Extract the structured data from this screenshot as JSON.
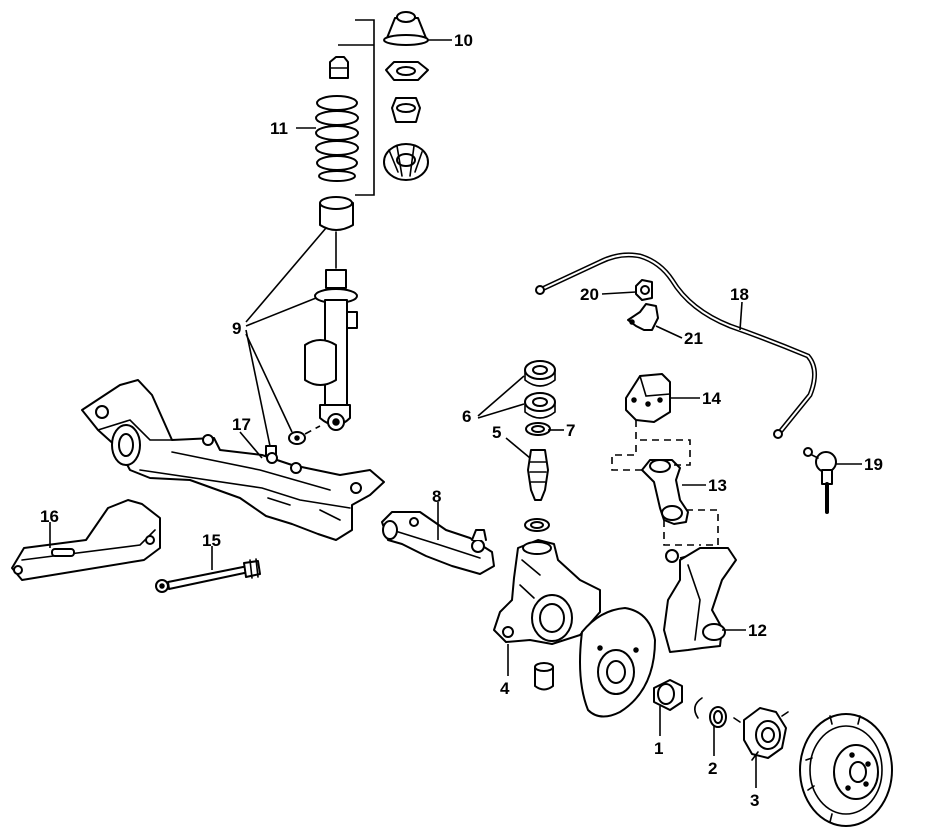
{
  "diagram": {
    "callouts": {
      "p1": "1",
      "p2": "2",
      "p3": "3",
      "p4": "4",
      "p5": "5",
      "p6": "6",
      "p7": "7",
      "p8": "8",
      "p9": "9",
      "p10": "10",
      "p11": "11",
      "p12": "12",
      "p13": "13",
      "p14": "14",
      "p15": "15",
      "p16": "16",
      "p17": "17",
      "p18": "18",
      "p19": "19",
      "p20": "20",
      "p21": "21"
    }
  }
}
